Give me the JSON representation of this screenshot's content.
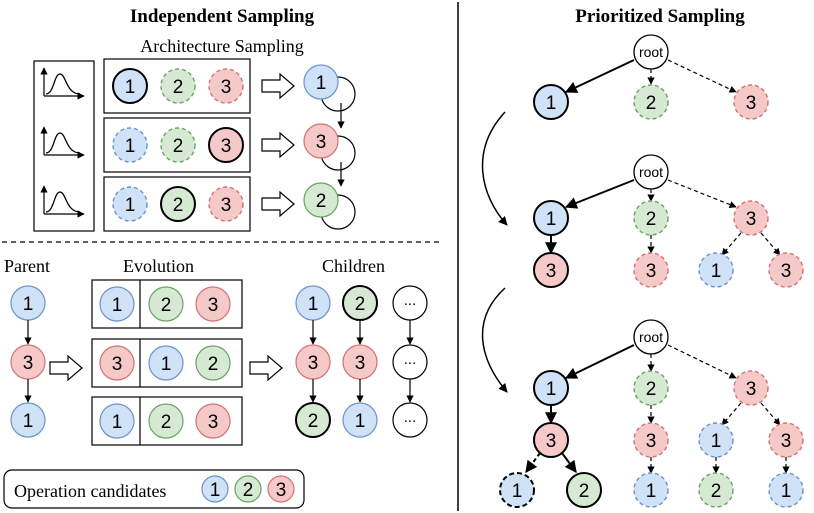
{
  "colors": {
    "blue": "#cfe2f7",
    "green": "#d6ead3",
    "red": "#f6c9c9",
    "white": "#ffffff",
    "stroke_blue": "#6a93c8",
    "stroke_green": "#6aa263",
    "stroke_red": "#d27272"
  },
  "left": {
    "title": "Independent Sampling",
    "subtitle": "Architecture Sampling",
    "rows": [
      {
        "nodes": [
          {
            "label": "1",
            "color": "blue",
            "style": "solid"
          },
          {
            "label": "2",
            "color": "green",
            "style": "dashed"
          },
          {
            "label": "3",
            "color": "red",
            "style": "dashed"
          }
        ],
        "chosen": {
          "label": "1",
          "color": "blue"
        }
      },
      {
        "nodes": [
          {
            "label": "1",
            "color": "blue",
            "style": "dashed"
          },
          {
            "label": "2",
            "color": "green",
            "style": "dashed"
          },
          {
            "label": "3",
            "color": "red",
            "style": "solid"
          }
        ],
        "chosen": {
          "label": "3",
          "color": "red"
        }
      },
      {
        "nodes": [
          {
            "label": "1",
            "color": "blue",
            "style": "dashed"
          },
          {
            "label": "2",
            "color": "green",
            "style": "solid"
          },
          {
            "label": "3",
            "color": "red",
            "style": "dashed"
          }
        ],
        "chosen": {
          "label": "2",
          "color": "green"
        }
      }
    ],
    "evolution": {
      "parent_label": "Parent",
      "evolution_label": "Evolution",
      "children_label": "Children",
      "parent_nodes": [
        {
          "label": "1",
          "color": "blue"
        },
        {
          "label": "3",
          "color": "red"
        },
        {
          "label": "1",
          "color": "blue"
        }
      ],
      "rows": [
        {
          "left": {
            "label": "1",
            "color": "blue"
          },
          "right": [
            {
              "label": "2",
              "color": "green"
            },
            {
              "label": "3",
              "color": "red"
            }
          ]
        },
        {
          "left": {
            "label": "3",
            "color": "red"
          },
          "right": [
            {
              "label": "1",
              "color": "blue"
            },
            {
              "label": "2",
              "color": "green"
            }
          ]
        },
        {
          "left": {
            "label": "1",
            "color": "blue"
          },
          "right": [
            {
              "label": "2",
              "color": "green"
            },
            {
              "label": "3",
              "color": "red"
            }
          ]
        }
      ],
      "children": [
        [
          {
            "label": "1",
            "color": "blue",
            "style": "thin"
          },
          {
            "label": "3",
            "color": "red",
            "style": "thin"
          },
          {
            "label": "2",
            "color": "green",
            "style": "bold"
          }
        ],
        [
          {
            "label": "2",
            "color": "green",
            "style": "bold"
          },
          {
            "label": "3",
            "color": "red",
            "style": "thin"
          },
          {
            "label": "1",
            "color": "blue",
            "style": "thin"
          }
        ],
        [
          {
            "label": "...",
            "color": "white",
            "style": "thin"
          },
          {
            "label": "...",
            "color": "white",
            "style": "thin"
          },
          {
            "label": "...",
            "color": "white",
            "style": "thin"
          }
        ]
      ]
    },
    "legend": {
      "label": "Operation candidates",
      "items": [
        {
          "label": "1",
          "color": "blue"
        },
        {
          "label": "2",
          "color": "green"
        },
        {
          "label": "3",
          "color": "red"
        }
      ]
    }
  },
  "right": {
    "title": "Prioritized Sampling",
    "root_label": "root",
    "tree1": [
      {
        "label": "1",
        "color": "blue",
        "style": "bold"
      },
      {
        "label": "2",
        "color": "green",
        "style": "dashed"
      },
      {
        "label": "3",
        "color": "red",
        "style": "dashed"
      }
    ],
    "tree2_level1": [
      {
        "label": "1",
        "color": "blue",
        "style": "bold"
      },
      {
        "label": "2",
        "color": "green",
        "style": "dashed"
      },
      {
        "label": "3",
        "color": "red",
        "style": "dashed"
      }
    ],
    "tree2_level2": [
      {
        "label": "3",
        "color": "red",
        "style": "bold"
      },
      {
        "label": "3",
        "color": "red",
        "style": "dashed"
      },
      {
        "label": "1",
        "color": "blue",
        "style": "dashed"
      },
      {
        "label": "3",
        "color": "red",
        "style": "dashed"
      }
    ],
    "tree3_level1": [
      {
        "label": "1",
        "color": "blue",
        "style": "bold"
      },
      {
        "label": "2",
        "color": "green",
        "style": "dashed"
      },
      {
        "label": "3",
        "color": "red",
        "style": "dashed"
      }
    ],
    "tree3_level2": [
      {
        "label": "3",
        "color": "red",
        "style": "bold"
      },
      {
        "label": "3",
        "color": "red",
        "style": "dashed"
      },
      {
        "label": "1",
        "color": "blue",
        "style": "dashed"
      },
      {
        "label": "3",
        "color": "red",
        "style": "dashed"
      }
    ],
    "tree3_level3": [
      {
        "label": "1",
        "color": "blue",
        "style": "dashed-bold"
      },
      {
        "label": "2",
        "color": "green",
        "style": "bold"
      },
      {
        "label": "1",
        "color": "blue",
        "style": "dashed"
      },
      {
        "label": "1",
        "color": "blue",
        "style": "dashed"
      },
      {
        "label": "2",
        "color": "green",
        "style": "dashed"
      },
      {
        "label": "1",
        "color": "blue",
        "style": "dashed"
      }
    ]
  }
}
